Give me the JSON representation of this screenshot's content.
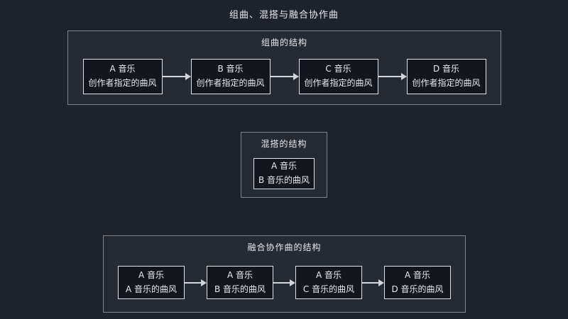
{
  "page": {
    "title": "组曲、混搭与融合协作曲"
  },
  "sections": {
    "medley": {
      "title": "组曲的结构",
      "boxes": [
        {
          "line1": "A 音乐",
          "line2": "创作者指定的曲风"
        },
        {
          "line1": "B 音乐",
          "line2": "创作者指定的曲风"
        },
        {
          "line1": "C 音乐",
          "line2": "创作者指定的曲风"
        },
        {
          "line1": "D 音乐",
          "line2": "创作者指定的曲风"
        }
      ]
    },
    "mashup": {
      "title": "混搭的结构",
      "boxes": [
        {
          "line1": "A 音乐",
          "line2": "B 音乐的曲风"
        }
      ]
    },
    "fusion": {
      "title": "融合协作曲的结构",
      "boxes": [
        {
          "line1": "A 音乐",
          "line2": "A 音乐的曲风"
        },
        {
          "line1": "A 音乐",
          "line2": "B 音乐的曲风"
        },
        {
          "line1": "A 音乐",
          "line2": "C 音乐的曲风"
        },
        {
          "line1": "A 音乐",
          "line2": "D 音乐的曲风"
        }
      ]
    }
  },
  "colors": {
    "page_background": "#1e222b",
    "container_background": "#262a33",
    "container_border": "#7e8490",
    "node_background": "#13161d",
    "node_border": "#dfe2e6",
    "text": "#e8eaed",
    "arrow": "#d2d5da"
  }
}
